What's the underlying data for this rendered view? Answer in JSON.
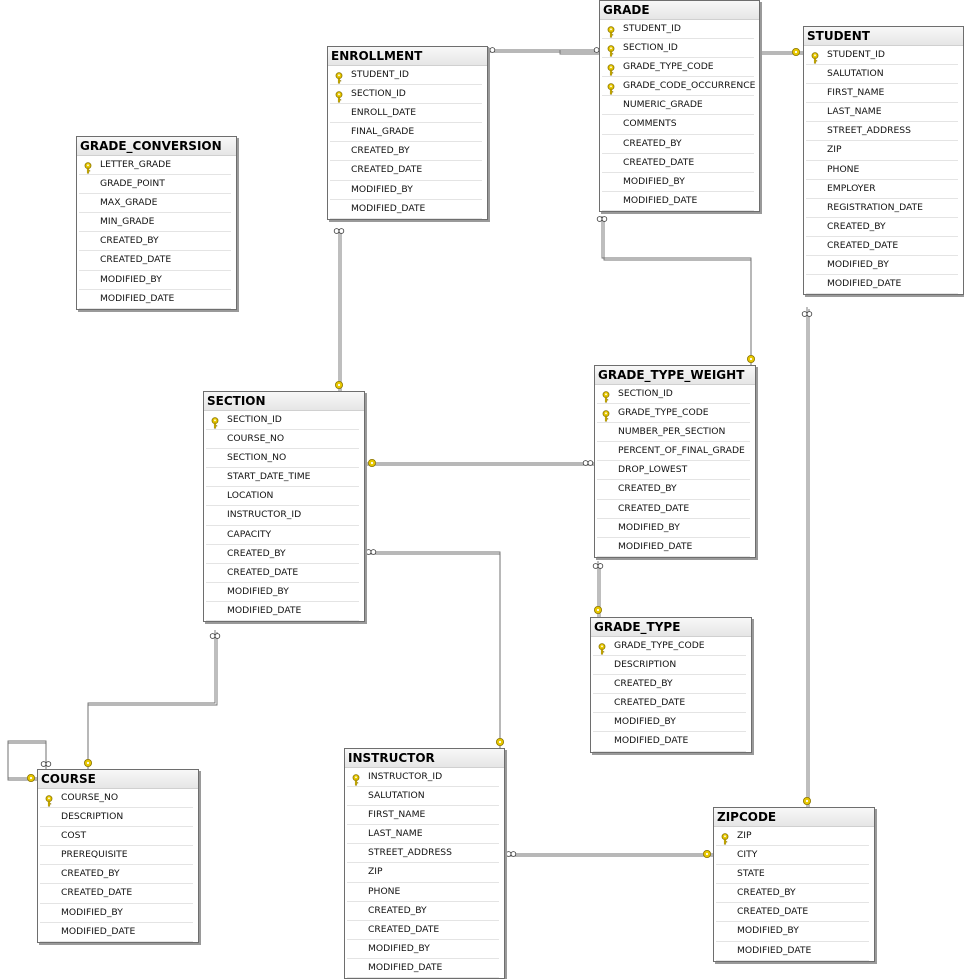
{
  "tables": [
    {
      "id": "grade",
      "name": "GRADE",
      "columns": [
        {
          "name": "STUDENT_ID",
          "pk": true
        },
        {
          "name": "SECTION_ID",
          "pk": true
        },
        {
          "name": "GRADE_TYPE_CODE",
          "pk": true
        },
        {
          "name": "GRADE_CODE_OCCURRENCE",
          "pk": true
        },
        {
          "name": "NUMERIC_GRADE"
        },
        {
          "name": "COMMENTS"
        },
        {
          "name": "CREATED_BY"
        },
        {
          "name": "CREATED_DATE"
        },
        {
          "name": "MODIFIED_BY"
        },
        {
          "name": "MODIFIED_DATE"
        }
      ]
    },
    {
      "id": "enrollment",
      "name": "ENROLLMENT",
      "columns": [
        {
          "name": "STUDENT_ID",
          "pk": true
        },
        {
          "name": "SECTION_ID",
          "pk": true
        },
        {
          "name": "ENROLL_DATE"
        },
        {
          "name": "FINAL_GRADE"
        },
        {
          "name": "CREATED_BY"
        },
        {
          "name": "CREATED_DATE"
        },
        {
          "name": "MODIFIED_BY"
        },
        {
          "name": "MODIFIED_DATE"
        }
      ]
    },
    {
      "id": "student",
      "name": "STUDENT",
      "columns": [
        {
          "name": "STUDENT_ID",
          "pk": true
        },
        {
          "name": "SALUTATION"
        },
        {
          "name": "FIRST_NAME"
        },
        {
          "name": "LAST_NAME"
        },
        {
          "name": "STREET_ADDRESS"
        },
        {
          "name": "ZIP"
        },
        {
          "name": "PHONE"
        },
        {
          "name": "EMPLOYER"
        },
        {
          "name": "REGISTRATION_DATE"
        },
        {
          "name": "CREATED_BY"
        },
        {
          "name": "CREATED_DATE"
        },
        {
          "name": "MODIFIED_BY"
        },
        {
          "name": "MODIFIED_DATE"
        }
      ]
    },
    {
      "id": "grade_conversion",
      "name": "GRADE_CONVERSION",
      "columns": [
        {
          "name": "LETTER_GRADE",
          "pk": true
        },
        {
          "name": "GRADE_POINT"
        },
        {
          "name": "MAX_GRADE"
        },
        {
          "name": "MIN_GRADE"
        },
        {
          "name": "CREATED_BY"
        },
        {
          "name": "CREATED_DATE"
        },
        {
          "name": "MODIFIED_BY"
        },
        {
          "name": "MODIFIED_DATE"
        }
      ]
    },
    {
      "id": "section",
      "name": "SECTION",
      "columns": [
        {
          "name": "SECTION_ID",
          "pk": true
        },
        {
          "name": "COURSE_NO"
        },
        {
          "name": "SECTION_NO"
        },
        {
          "name": "START_DATE_TIME"
        },
        {
          "name": "LOCATION"
        },
        {
          "name": "INSTRUCTOR_ID"
        },
        {
          "name": "CAPACITY"
        },
        {
          "name": "CREATED_BY"
        },
        {
          "name": "CREATED_DATE"
        },
        {
          "name": "MODIFIED_BY"
        },
        {
          "name": "MODIFIED_DATE"
        }
      ]
    },
    {
      "id": "grade_type_weight",
      "name": "GRADE_TYPE_WEIGHT",
      "columns": [
        {
          "name": "SECTION_ID",
          "pk": true
        },
        {
          "name": "GRADE_TYPE_CODE",
          "pk": true
        },
        {
          "name": "NUMBER_PER_SECTION"
        },
        {
          "name": "PERCENT_OF_FINAL_GRADE"
        },
        {
          "name": "DROP_LOWEST"
        },
        {
          "name": "CREATED_BY"
        },
        {
          "name": "CREATED_DATE"
        },
        {
          "name": "MODIFIED_BY"
        },
        {
          "name": "MODIFIED_DATE"
        }
      ]
    },
    {
      "id": "grade_type",
      "name": "GRADE_TYPE",
      "columns": [
        {
          "name": "GRADE_TYPE_CODE",
          "pk": true
        },
        {
          "name": "DESCRIPTION"
        },
        {
          "name": "CREATED_BY"
        },
        {
          "name": "CREATED_DATE"
        },
        {
          "name": "MODIFIED_BY"
        },
        {
          "name": "MODIFIED_DATE"
        }
      ]
    },
    {
      "id": "course",
      "name": "COURSE",
      "columns": [
        {
          "name": "COURSE_NO",
          "pk": true
        },
        {
          "name": "DESCRIPTION"
        },
        {
          "name": "COST"
        },
        {
          "name": "PREREQUISITE"
        },
        {
          "name": "CREATED_BY"
        },
        {
          "name": "CREATED_DATE"
        },
        {
          "name": "MODIFIED_BY"
        },
        {
          "name": "MODIFIED_DATE"
        }
      ]
    },
    {
      "id": "instructor",
      "name": "INSTRUCTOR",
      "columns": [
        {
          "name": "INSTRUCTOR_ID",
          "pk": true
        },
        {
          "name": "SALUTATION"
        },
        {
          "name": "FIRST_NAME"
        },
        {
          "name": "LAST_NAME"
        },
        {
          "name": "STREET_ADDRESS"
        },
        {
          "name": "ZIP"
        },
        {
          "name": "PHONE"
        },
        {
          "name": "CREATED_BY"
        },
        {
          "name": "CREATED_DATE"
        },
        {
          "name": "MODIFIED_BY"
        },
        {
          "name": "MODIFIED_DATE"
        }
      ]
    },
    {
      "id": "zipcode",
      "name": "ZIPCODE",
      "columns": [
        {
          "name": "ZIP",
          "pk": true
        },
        {
          "name": "CITY"
        },
        {
          "name": "STATE"
        },
        {
          "name": "CREATED_BY"
        },
        {
          "name": "CREATED_DATE"
        },
        {
          "name": "MODIFIED_BY"
        },
        {
          "name": "MODIFIED_DATE"
        }
      ]
    }
  ],
  "relationships": [
    {
      "id": "enrollment-grade",
      "from": "enrollment",
      "to": "grade"
    },
    {
      "id": "student-enrollment",
      "from": "student",
      "to": "enrollment"
    },
    {
      "id": "section-enrollment",
      "from": "section",
      "to": "enrollment"
    },
    {
      "id": "grade-type-weight-grade",
      "from": "grade_type_weight",
      "to": "grade"
    },
    {
      "id": "section-grade-type-weight",
      "from": "section",
      "to": "grade_type_weight"
    },
    {
      "id": "grade-type-grade-type-weight",
      "from": "grade_type",
      "to": "grade_type_weight"
    },
    {
      "id": "course-section",
      "from": "course",
      "to": "section"
    },
    {
      "id": "course-prerequisite",
      "from": "course",
      "to": "course"
    },
    {
      "id": "instructor-section",
      "from": "instructor",
      "to": "section"
    },
    {
      "id": "zipcode-instructor",
      "from": "zipcode",
      "to": "instructor"
    },
    {
      "id": "zipcode-student",
      "from": "zipcode",
      "to": "student"
    }
  ],
  "colors": {
    "key": "#e8c800",
    "key_outline": "#8a7400",
    "line": "#707070",
    "border": "#6e6e6e"
  },
  "icons": {
    "primary_key": "key-icon",
    "one_end": "key-endpoint-icon",
    "many_end": "infinity-endpoint-icon"
  }
}
